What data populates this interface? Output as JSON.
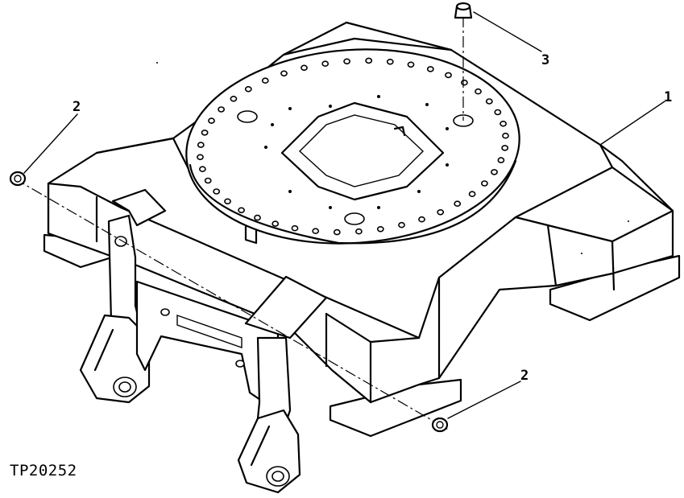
{
  "figure_id": "TP20252",
  "callouts": {
    "c1": "1",
    "c2a": "2",
    "c2b": "2",
    "c3": "3"
  },
  "line_color": "#000000",
  "background_color": "#ffffff"
}
